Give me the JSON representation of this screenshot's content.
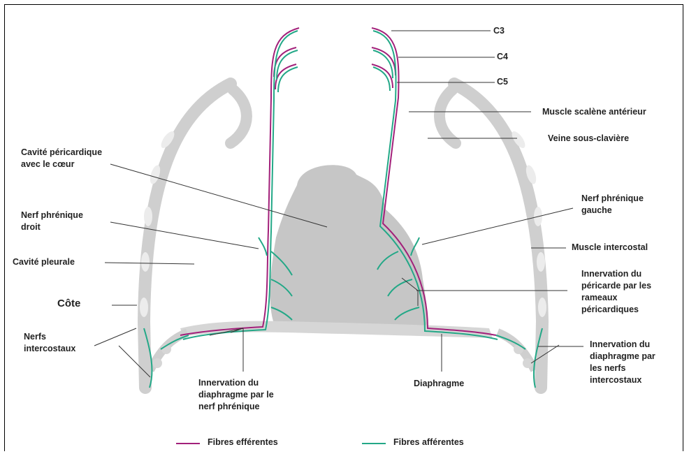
{
  "colors": {
    "efferent": "#a2207a",
    "afferent": "#23a887",
    "bone": "#cfcfcf",
    "heart": "#c8c8c8"
  },
  "labels": {
    "c3": "C3",
    "c4": "C4",
    "c5": "C5",
    "scalene": "Muscle scalène antérieur",
    "subclavian": "Veine sous-clavière",
    "pericardial_cavity": [
      "Cavité péricardique",
      "avec le cœur"
    ],
    "right_phrenic": [
      "Nerf phrénique",
      "droit"
    ],
    "left_phrenic": [
      "Nerf phrénique",
      "gauche"
    ],
    "pleural_cavity": "Cavité pleurale",
    "intercostal_muscle": "Muscle intercostal",
    "rib": "Côte",
    "pericardium_innervation": [
      "Innervation du",
      "péricarde par les",
      "rameaux",
      "péricardiques"
    ],
    "intercostal_nerves": [
      "Nerfs",
      "intercostaux"
    ],
    "diaphragm": "Diaphragme",
    "diaphragm_phrenic": [
      "Innervation du",
      "diaphragme par le",
      "nerf phrénique"
    ],
    "diaphragm_intercostal": [
      "Innervation du",
      "diaphragme par",
      "les nerfs",
      "intercostaux"
    ]
  },
  "legend": {
    "efferent": "Fibres efférentes",
    "afferent": "Fibres afférentes"
  }
}
